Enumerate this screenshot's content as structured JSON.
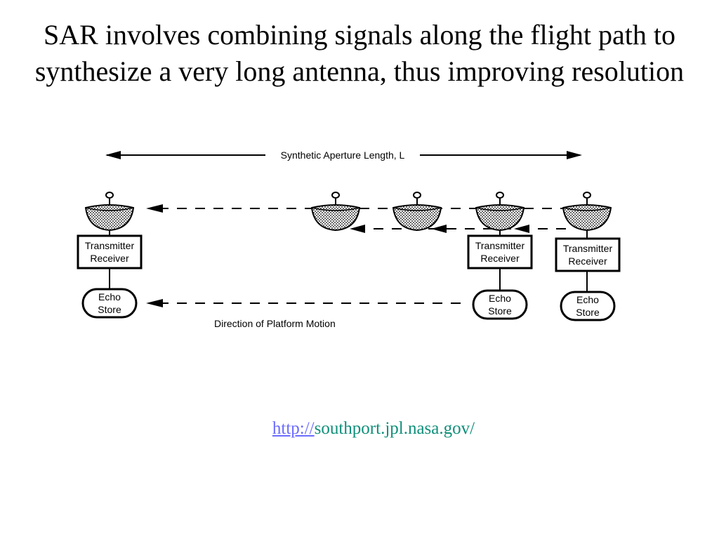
{
  "slide": {
    "title": "SAR involves combining signals along the flight path to synthesize a very long antenna, thus improving resolution"
  },
  "diagram": {
    "aperture_label": "Synthetic Aperture Length, L",
    "motion_label": "Direction of Platform Motion",
    "transmitter_line1": "Transmitter",
    "transmitter_line2": "Receiver",
    "echo_line1": "Echo",
    "echo_line2": "Store"
  },
  "link": {
    "protocol": "http://",
    "host": "southport.jpl.nasa.gov/"
  }
}
